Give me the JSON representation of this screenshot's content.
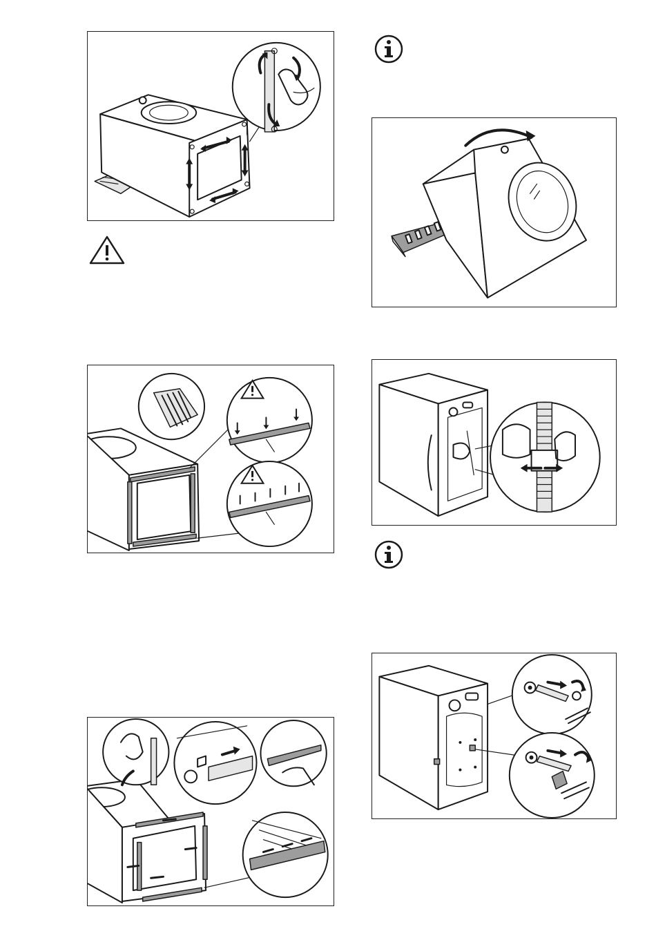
{
  "page": {
    "figures": [
      {
        "id": "fig1",
        "alt": "remove-transit-panel"
      },
      {
        "id": "fig2",
        "alt": "tilt-machine-back"
      },
      {
        "id": "fig3",
        "alt": "fit-strips-lower-frame"
      },
      {
        "id": "fig4",
        "alt": "release-hose-clamp"
      },
      {
        "id": "fig5",
        "alt": "slide-profiles"
      },
      {
        "id": "fig6",
        "alt": "remove-transit-bolts"
      }
    ],
    "icons": [
      "warning-icon",
      "info-icon",
      "info-icon"
    ],
    "colors": {
      "line": "#1a1a1a",
      "shade": "#9d9d9d",
      "light": "#e6e6e6",
      "frame": "#231f20"
    }
  }
}
